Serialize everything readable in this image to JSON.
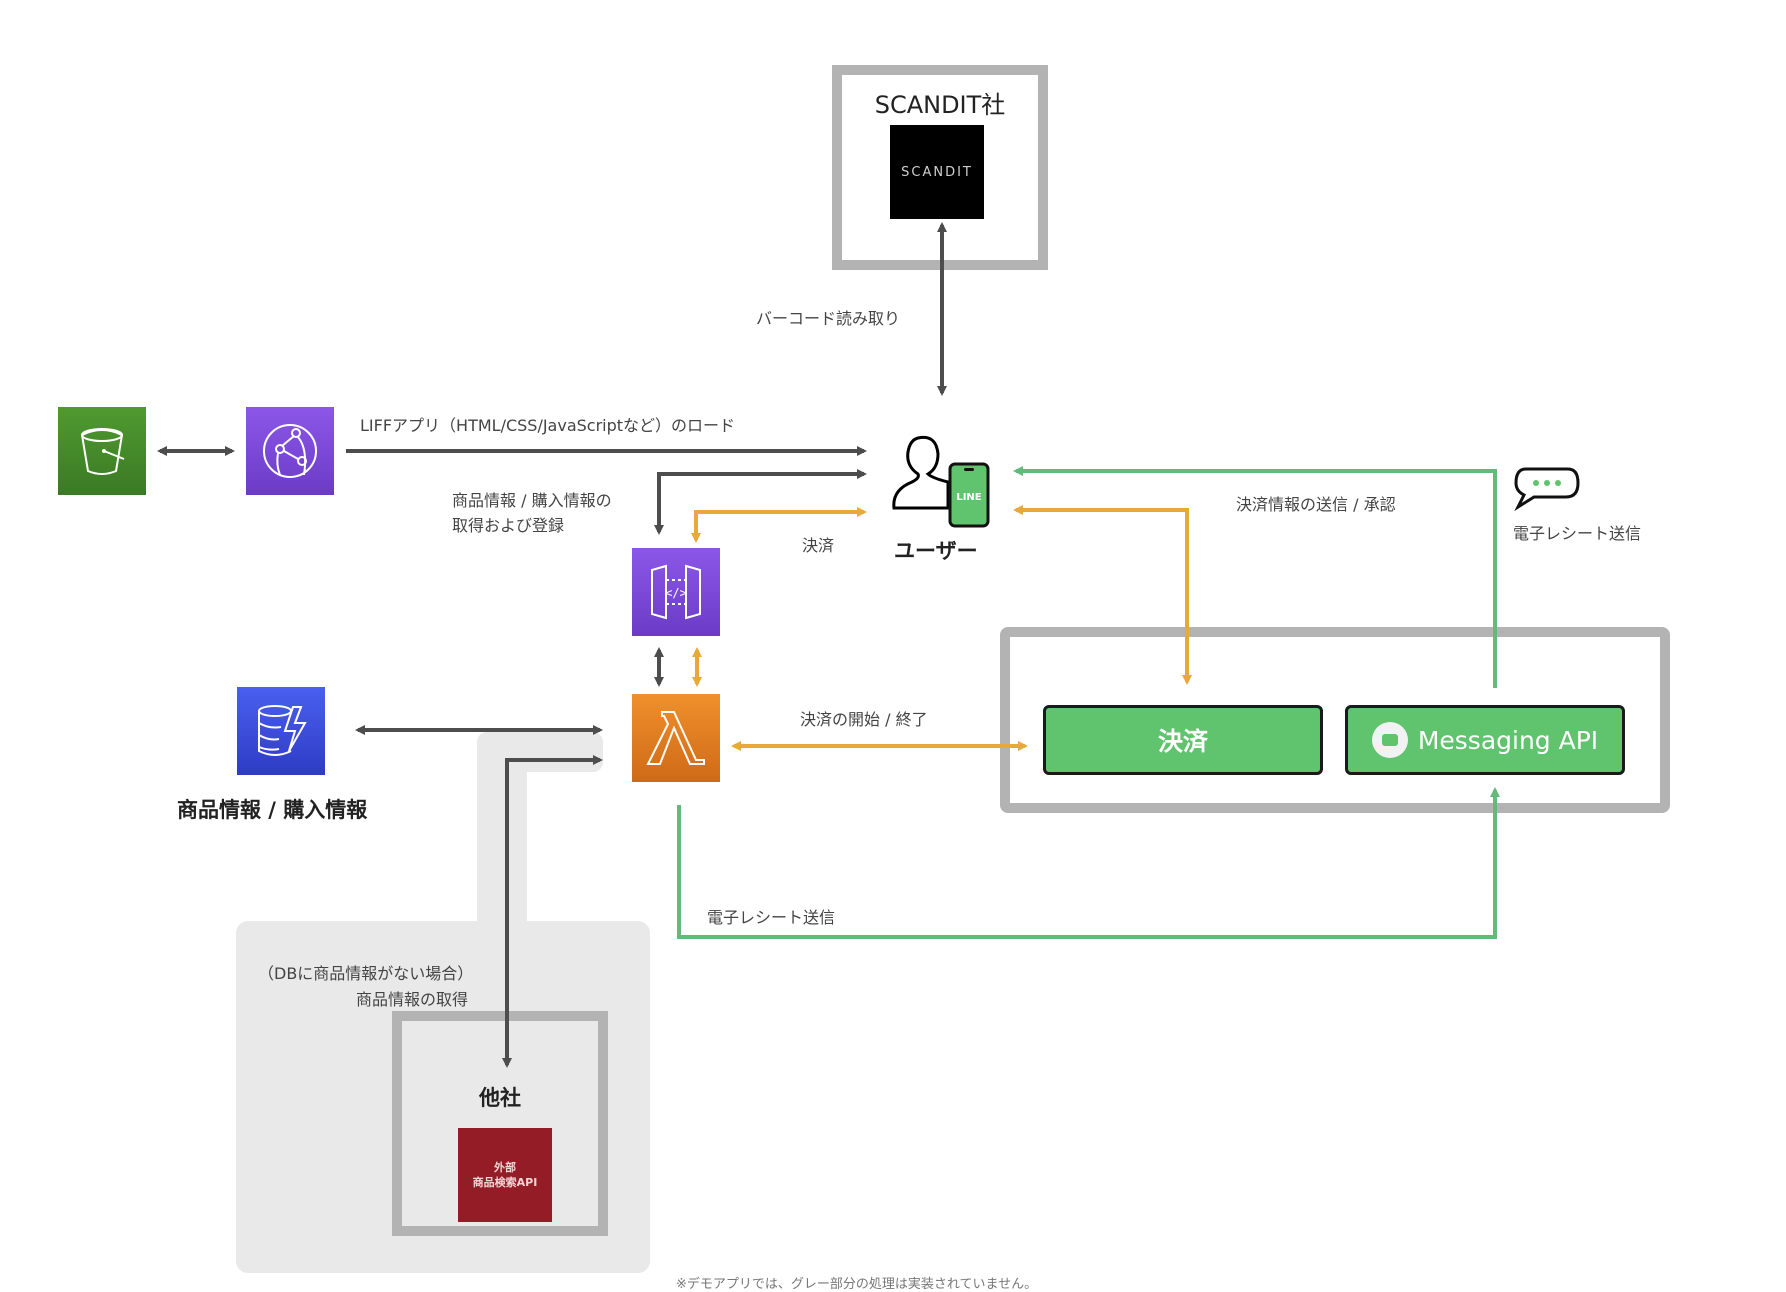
{
  "scandit": {
    "title": "SCANDIT社",
    "logo_text": "SCANDIT"
  },
  "labels": {
    "barcode": "バーコード読み取り",
    "liff_load": "LIFFアプリ（HTML/CSS/JavaScriptなど）のロード",
    "product_info_line1": "商品情報 / 購入情報の",
    "product_info_line2": "取得および登録",
    "payment_small": "決済",
    "user": "ユーザー",
    "payment_info": "決済情報の送信 / 承認",
    "receipt_top": "電子レシート送信",
    "payment_start_end": "決済の開始 / 終了",
    "receipt_bottom": "電子レシート送信",
    "db_label": "商品情報 / 購入情報",
    "no_db_line1": "（DBに商品情報がない場合）",
    "no_db_line2": "商品情報の取得",
    "other_company": "他社",
    "external_api_line1": "外部",
    "external_api_line2": "商品検索API",
    "footnote": "※デモアプリでは、グレー部分の処理は実装されていません。",
    "phone_text": "LINE"
  },
  "line_box": {
    "payment_button": "決済",
    "messaging_button": "Messaging API"
  },
  "icons": {
    "s3": "s3-bucket-icon",
    "cloudfront": "cloudfront-icon",
    "api_gateway": "api-gateway-icon",
    "lambda": "lambda-icon",
    "dynamodb": "dynamodb-icon",
    "user": "user-with-phone-icon",
    "chat": "chat-bubble-icon"
  },
  "colors": {
    "dark_arrow": "#4d4d4d",
    "orange_arrow": "#e9a83a",
    "green_arrow": "#63bb7a",
    "grey_frame": "#b3b3b3",
    "line_green": "#5fc46d",
    "external_red": "#931c27",
    "s3_green": "#4a8f2d",
    "purple": "#7b45d6",
    "lambda_orange": "#e07b22",
    "dynamo_blue": "#3c4fd6"
  }
}
